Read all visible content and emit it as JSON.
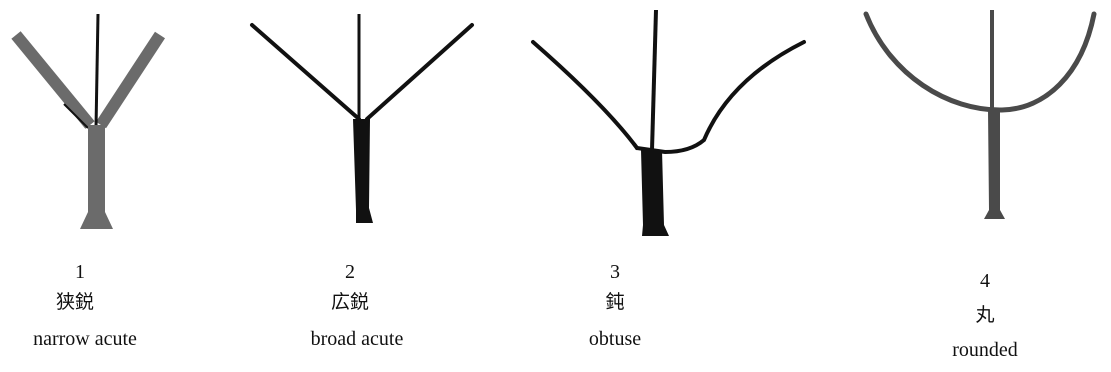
{
  "colors": {
    "background": "#ffffff",
    "gray_stroke": "#6b6b6b",
    "black_stroke": "#111111",
    "rounded_stroke": "#4a4a4a"
  },
  "panels": [
    {
      "number": "1",
      "japanese": "狭鋭",
      "english": "narrow acute",
      "shape": "narrow-acute-diagram"
    },
    {
      "number": "2",
      "japanese": "広鋭",
      "english": "broad acute",
      "shape": "broad-acute-diagram"
    },
    {
      "number": "3",
      "japanese": "鈍",
      "english": "obtuse",
      "shape": "obtuse-diagram"
    },
    {
      "number": "4",
      "japanese": "丸",
      "english": "rounded",
      "shape": "rounded-diagram"
    }
  ]
}
